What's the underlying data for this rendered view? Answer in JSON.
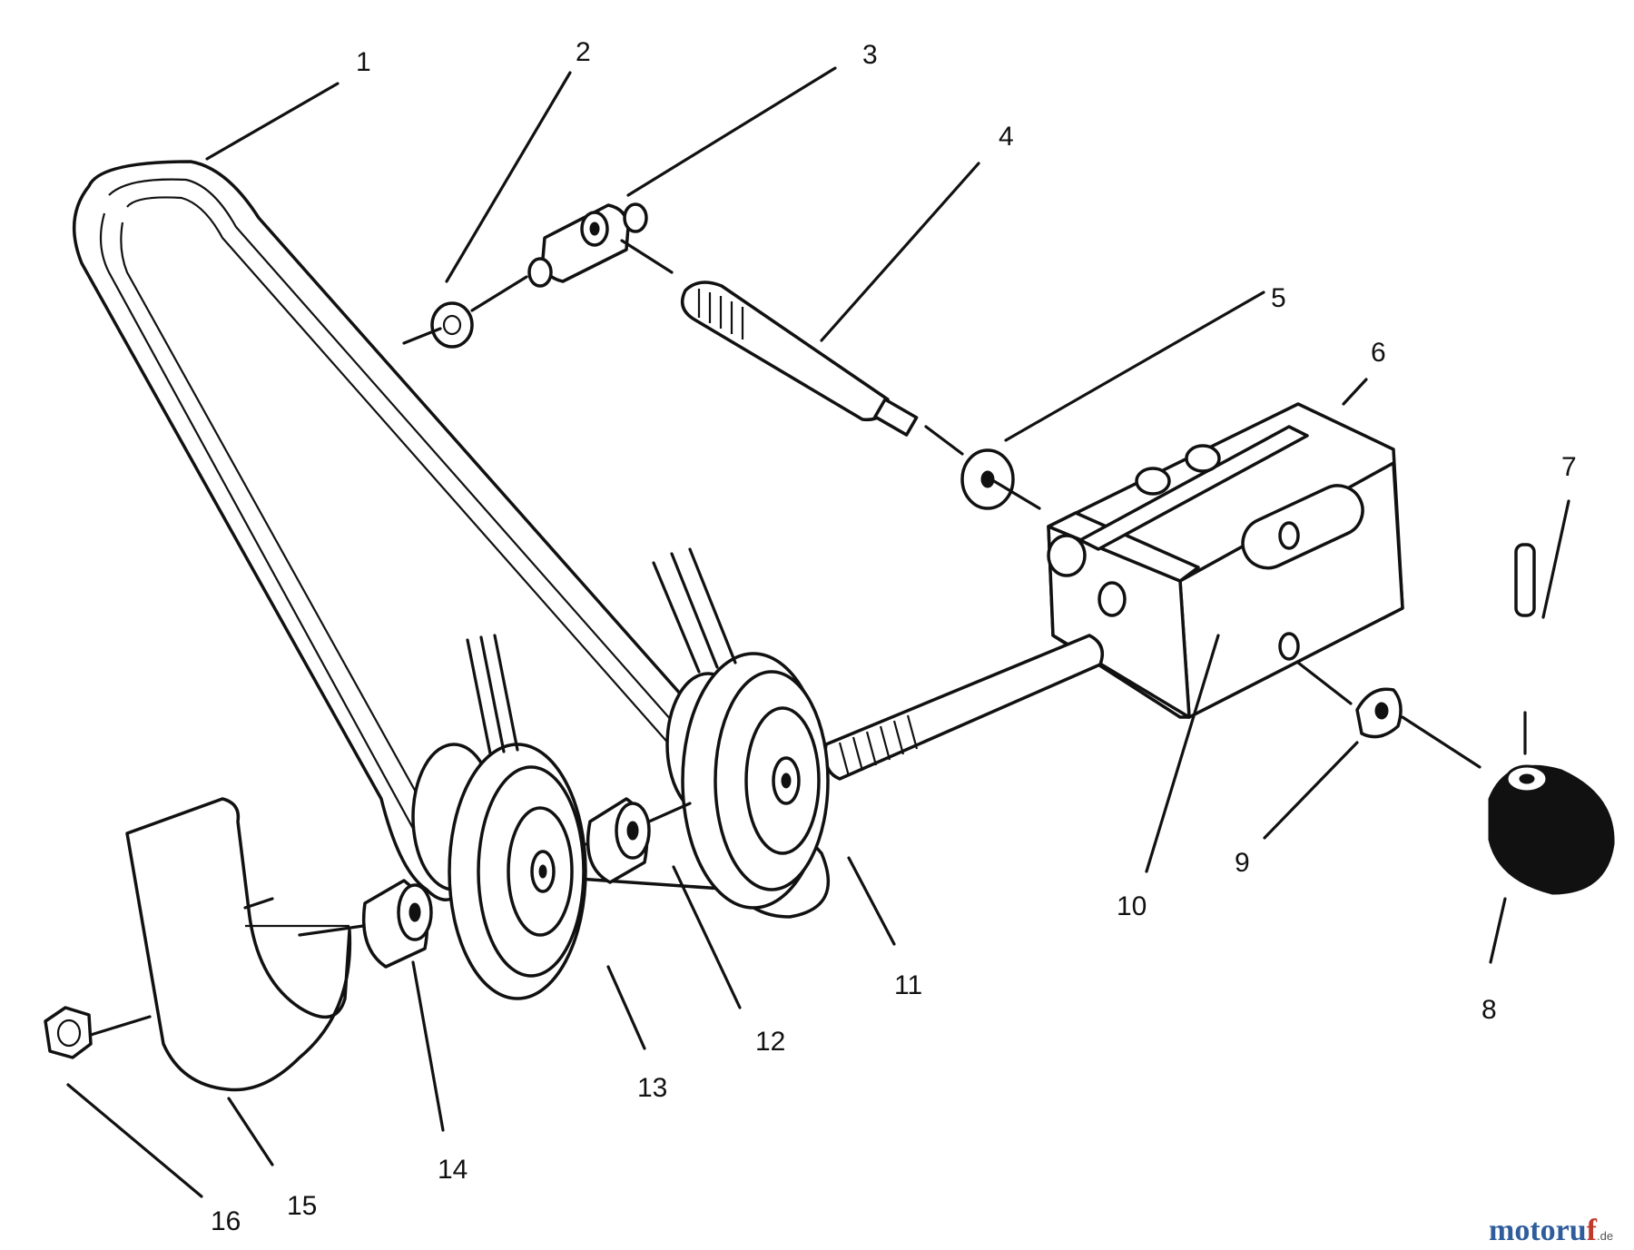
{
  "labels": [
    "1",
    "2",
    "3",
    "4",
    "5",
    "6",
    "7",
    "8",
    "9",
    "10",
    "11",
    "12",
    "13",
    "14",
    "15",
    "16"
  ],
  "watermark": {
    "main": "motoru",
    "accent": "f",
    "suffix": ".de"
  }
}
